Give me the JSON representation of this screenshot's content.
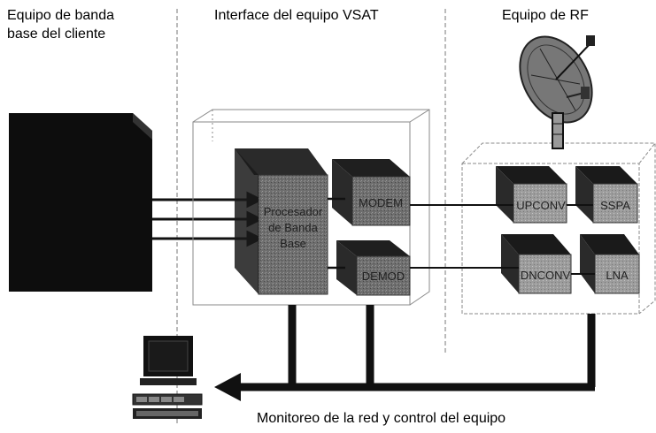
{
  "headers": {
    "client_line1": "Equipo de  banda",
    "client_line2": "base del cliente",
    "vsat": "Interface del equipo VSAT",
    "rf": "Equipo de RF"
  },
  "blocks": {
    "processor_line1": "Procesador",
    "processor_line2": "de Banda",
    "processor_line3": "Base",
    "modem": "MODEM",
    "demod": "DEMOD",
    "upconv": "UPCONV",
    "ssp": "SSPA",
    "dnconv": "DNCONV",
    "lna": "LNA"
  },
  "footer": {
    "monitor": "Monitoreo de la red y control del equipo"
  }
}
